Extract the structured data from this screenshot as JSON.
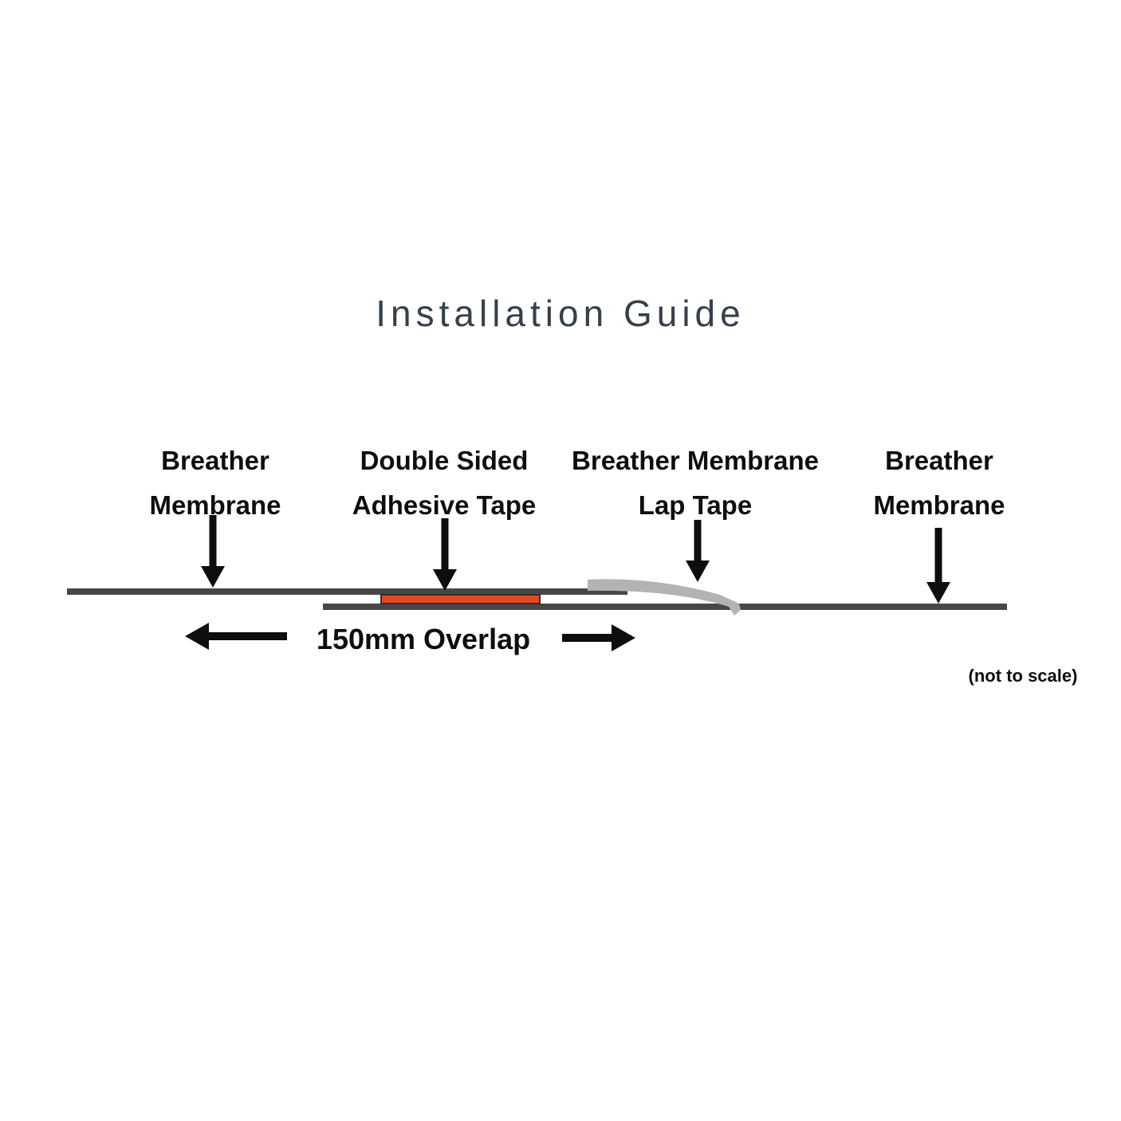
{
  "title": "Installation Guide",
  "labels": [
    {
      "line1": "Breather",
      "line2": "Membrane"
    },
    {
      "line1": "Double Sided",
      "line2": "Adhesive Tape"
    },
    {
      "line1": "Breather Membrane",
      "line2": "Lap Tape"
    },
    {
      "line1": "Breather",
      "line2": "Membrane"
    }
  ],
  "overlap_label": "150mm Overlap",
  "scale_note": "(not to scale)",
  "colors": {
    "title_text": "#36404b",
    "label_text": "#0e0e0e",
    "membrane": "#474747",
    "adhesive_tape": "#e8481d",
    "adhesive_tape_outline": "#2e2e2e",
    "lap_tape": "#b3b3b3",
    "arrow": "#0e0e0e"
  }
}
